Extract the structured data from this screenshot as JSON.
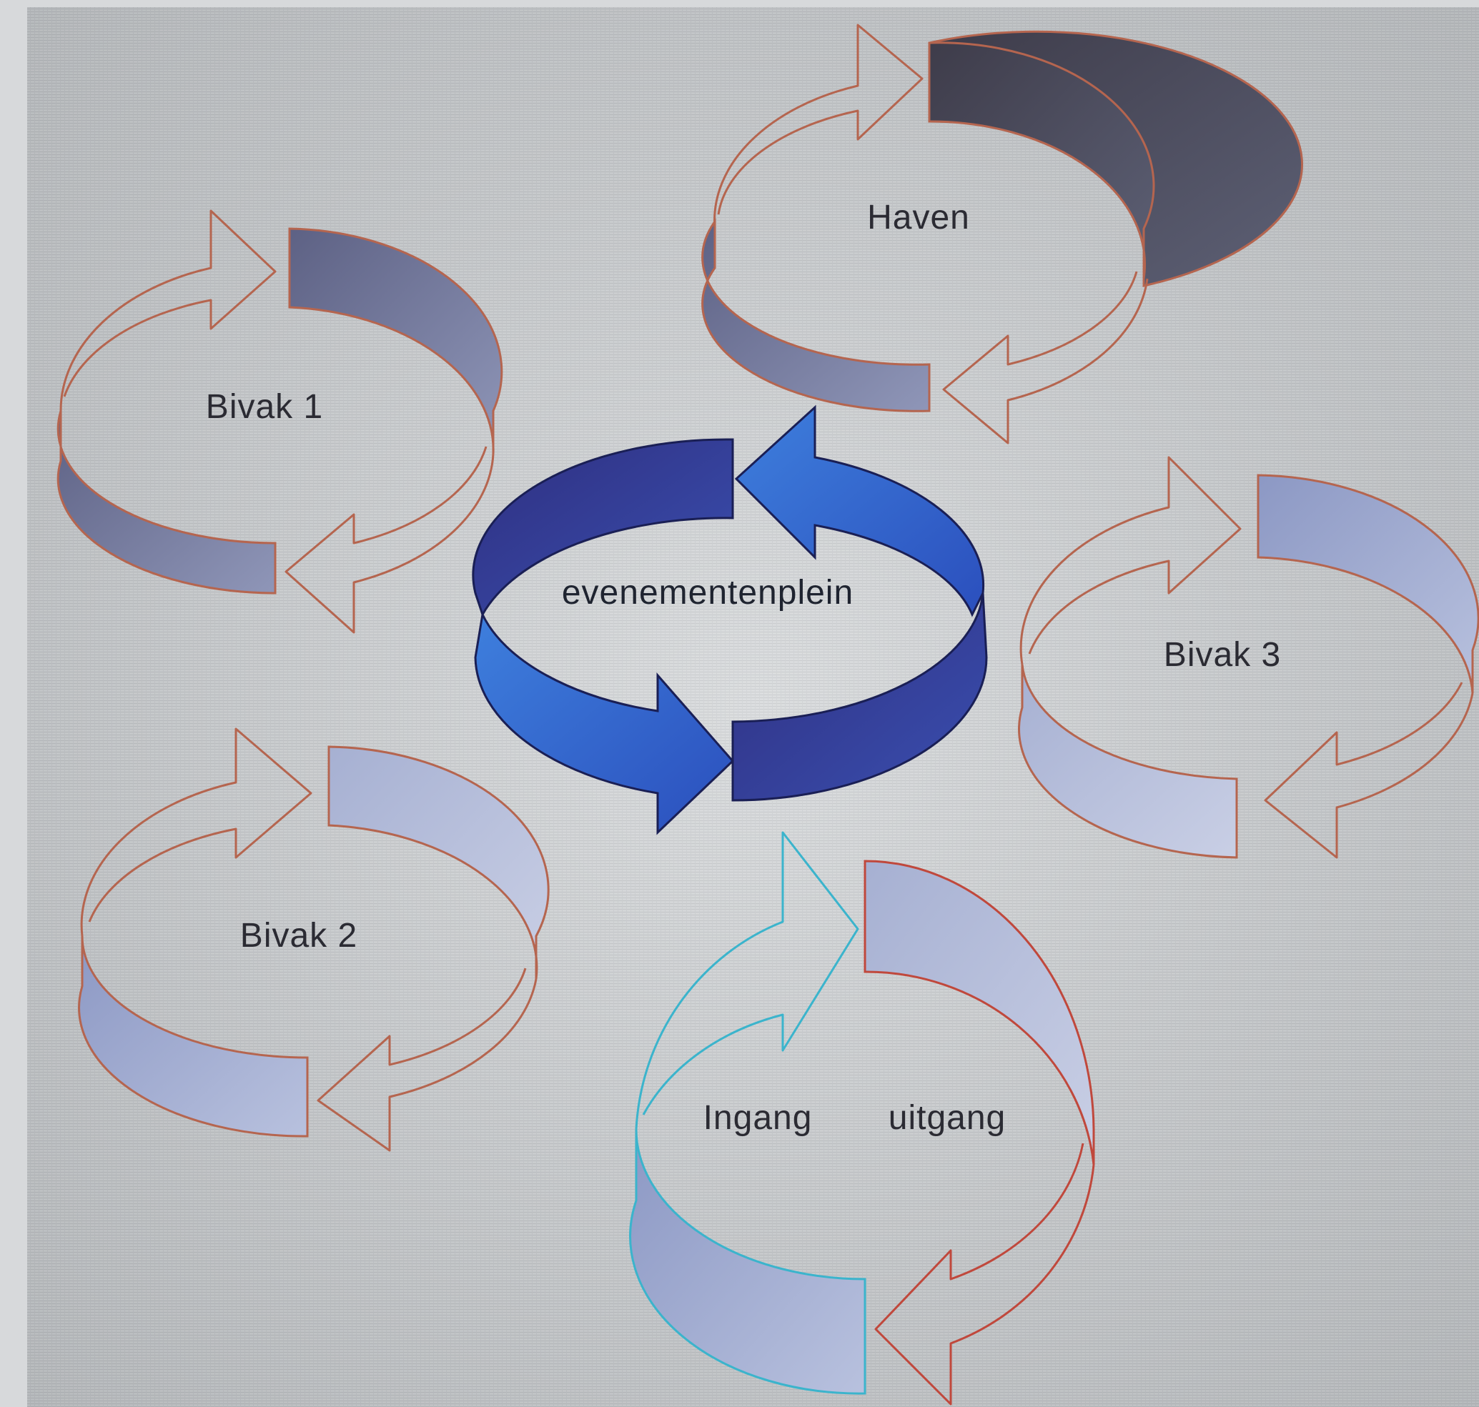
{
  "labels": {
    "haven": "Haven",
    "bivak1": "Bivak 1",
    "evenementenplein": "evenementenplein",
    "bivak3": "Bivak 3",
    "bivak2": "Bivak 2",
    "ingang": "Ingang",
    "uitgang": "uitgang"
  },
  "colors": {
    "background": "#c9ccd0",
    "cycle_outline": "#b5654f",
    "ingang_outline": "#3bb4cc",
    "uitgang_outline": "#c0483c",
    "center_fill": "#3e63c9",
    "center_dark": "#2b3a9a",
    "center_outline": "#1a1f55"
  },
  "icons": {
    "haven": "cycle-arrows-icon",
    "bivak1": "cycle-arrows-icon",
    "bivak2": "cycle-arrows-icon",
    "bivak3": "cycle-arrows-icon",
    "evenementenplein": "cycle-arrows-icon",
    "ingang-uitgang": "cycle-arrows-icon"
  }
}
